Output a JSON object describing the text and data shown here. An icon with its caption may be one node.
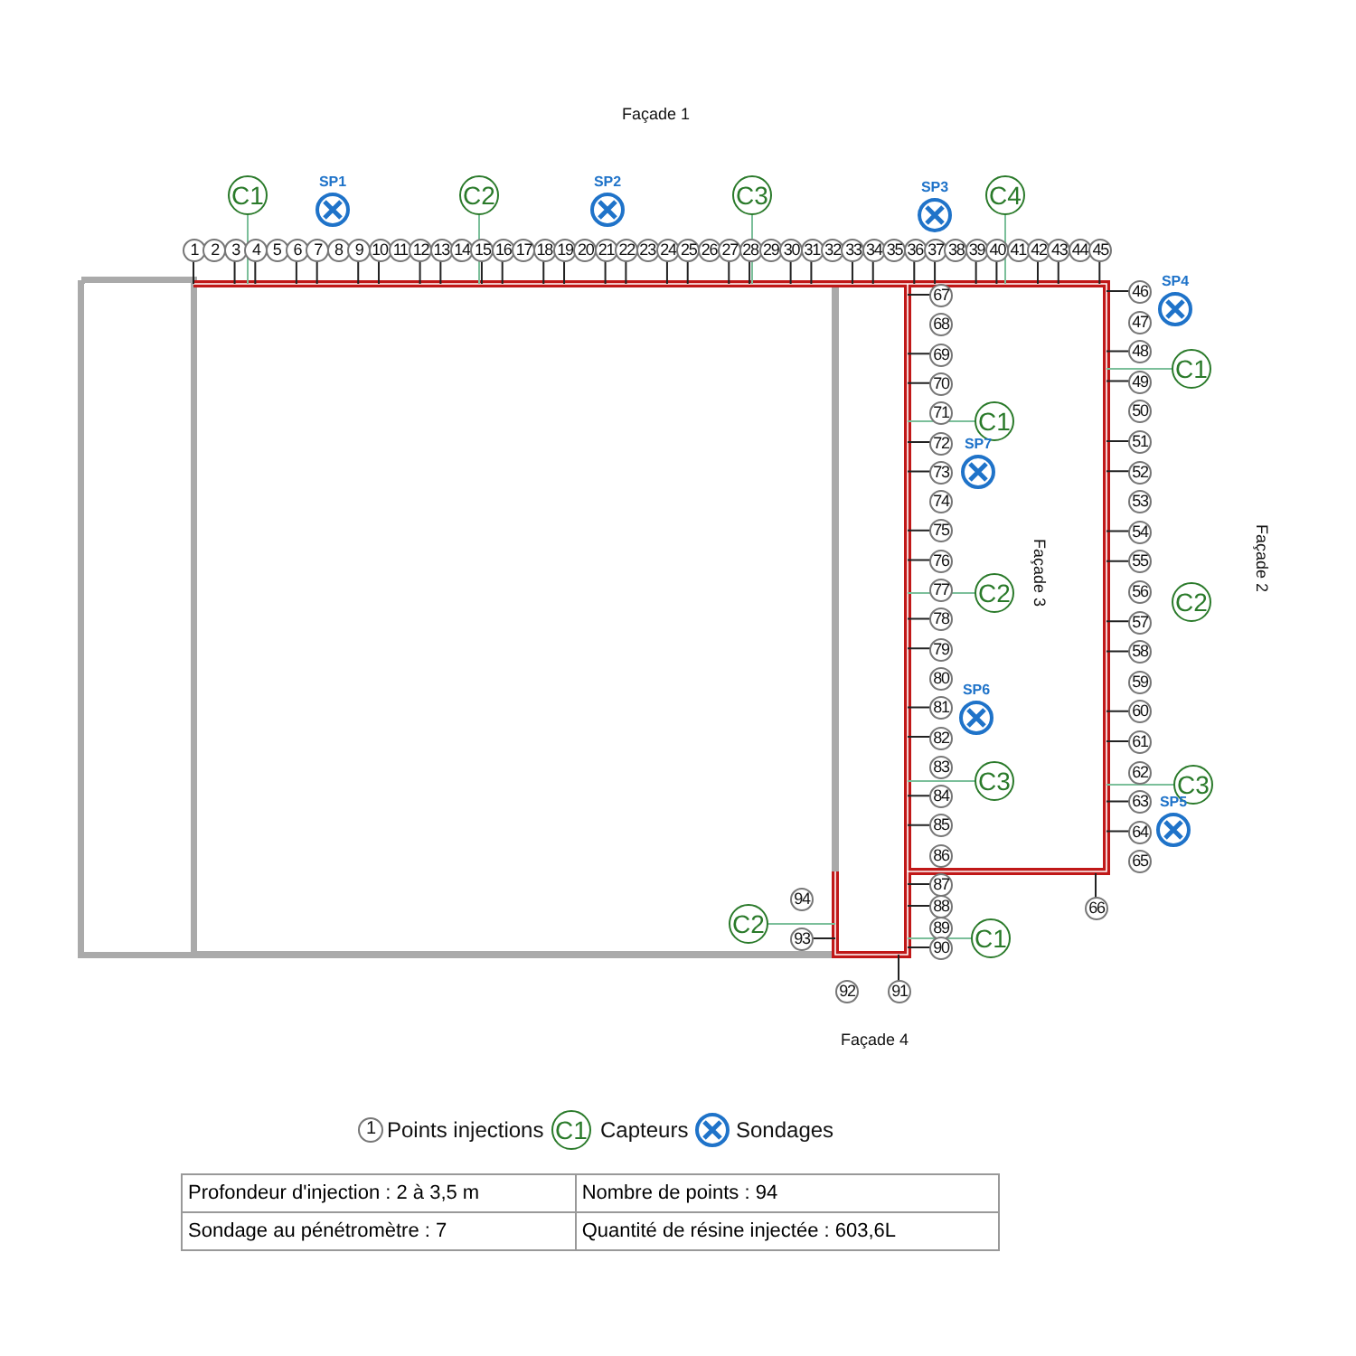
{
  "diagram": {
    "nodes": [
      {
        "text": [
          "1"
        ]
      },
      {
        "text": [
          "2"
        ]
      },
      {
        "text": [
          "3"
        ]
      },
      {
        "text": [
          "4"
        ]
      },
      {
        "text": [
          "5"
        ]
      },
      {
        "text": [
          "6"
        ]
      },
      {
        "text": [
          "7"
        ]
      },
      {
        "text": [
          "8"
        ]
      },
      {
        "text": [
          "9"
        ]
      },
      {
        "text": [
          "10"
        ]
      },
      {
        "text": [
          "11"
        ]
      },
      {
        "text": [
          "12"
        ]
      },
      {
        "text": [
          "13"
        ]
      },
      {
        "text": [
          "14"
        ]
      },
      {
        "text": [
          "15"
        ]
      },
      {
        "text": [
          "16"
        ]
      },
      {
        "text": [
          "17"
        ]
      },
      {
        "text": [
          "18"
        ]
      },
      {
        "text": [
          "19"
        ]
      },
      {
        "text": [
          "20"
        ]
      },
      {
        "text": [
          "21"
        ]
      },
      {
        "text": [
          "22"
        ]
      },
      {
        "text": [
          "23"
        ]
      },
      {
        "text": [
          "24"
        ]
      },
      {
        "text": [
          "25"
        ]
      },
      {
        "text": [
          "26"
        ]
      },
      {
        "text": [
          "27"
        ]
      },
      {
        "text": [
          "28"
        ]
      },
      {
        "text": [
          "29"
        ]
      },
      {
        "text": [
          "30"
        ]
      },
      {
        "text": [
          "31"
        ]
      },
      {
        "text": [
          "32"
        ]
      },
      {
        "text": [
          "33"
        ]
      },
      {
        "text": [
          "34"
        ]
      },
      {
        "text": [
          "35"
        ]
      },
      {
        "text": [
          "36"
        ]
      },
      {
        "text": [
          "37"
        ]
      },
      {
        "text": [
          "38"
        ]
      },
      {
        "text": [
          "39"
        ]
      },
      {
        "text": [
          "40"
        ]
      },
      {
        "text": [
          "41"
        ]
      },
      {
        "text": [
          "42"
        ]
      },
      {
        "text": [
          "43"
        ]
      },
      {
        "text": [
          "44"
        ]
      },
      {
        "text": [
          "45"
        ]
      },
      {
        "text": [
          "46"
        ]
      },
      {
        "text": [
          "47"
        ]
      },
      {
        "text": [
          "48"
        ]
      },
      {
        "text": [
          "49"
        ]
      },
      {
        "text": [
          "50"
        ]
      },
      {
        "text": [
          "51"
        ]
      },
      {
        "text": [
          "52"
        ]
      },
      {
        "text": [
          "53"
        ]
      },
      {
        "text": [
          "54"
        ]
      },
      {
        "text": [
          "55"
        ]
      },
      {
        "text": [
          "56"
        ]
      },
      {
        "text": [
          "57"
        ]
      },
      {
        "text": [
          "58"
        ]
      },
      {
        "text": [
          "59"
        ]
      },
      {
        "text": [
          "60"
        ]
      },
      {
        "text": [
          "61"
        ]
      },
      {
        "text": [
          "62"
        ]
      },
      {
        "text": [
          "63"
        ]
      },
      {
        "text": [
          "64"
        ]
      },
      {
        "text": [
          "65"
        ]
      },
      {
        "text": [
          "66"
        ]
      },
      {
        "text": [
          "67"
        ]
      },
      {
        "text": [
          "68"
        ]
      },
      {
        "text": [
          "69"
        ]
      },
      {
        "text": [
          "70"
        ]
      },
      {
        "text": [
          "71"
        ]
      },
      {
        "text": [
          "72"
        ]
      },
      {
        "text": [
          "73"
        ]
      },
      {
        "text": [
          "74"
        ]
      },
      {
        "text": [
          "75"
        ]
      },
      {
        "text": [
          "76"
        ]
      },
      {
        "text": [
          "77"
        ]
      },
      {
        "text": [
          "78"
        ]
      },
      {
        "text": [
          "79"
        ]
      },
      {
        "text": [
          "80"
        ]
      },
      {
        "text": [
          "81"
        ]
      },
      {
        "text": [
          "82"
        ]
      },
      {
        "text": [
          "83"
        ]
      },
      {
        "text": [
          "84"
        ]
      },
      {
        "text": [
          "85"
        ]
      },
      {
        "text": [
          "86"
        ]
      },
      {
        "text": [
          "87"
        ]
      },
      {
        "text": [
          "88"
        ]
      },
      {
        "text": [
          "89"
        ]
      },
      {
        "text": [
          "90"
        ]
      },
      {
        "text": [
          "91"
        ]
      },
      {
        "text": [
          "92"
        ]
      },
      {
        "text": [
          "93"
        ]
      },
      {
        "text": [
          "94"
        ]
      },
      {
        "text": [
          "C1"
        ]
      },
      {
        "text": [
          "C2"
        ]
      },
      {
        "text": [
          "C3"
        ]
      },
      {
        "text": [
          "C4"
        ]
      },
      {
        "text": [
          "C1"
        ]
      },
      {
        "text": [
          "C1"
        ]
      },
      {
        "text": [
          "C2"
        ]
      },
      {
        "text": [
          "C2"
        ]
      },
      {
        "text": [
          "C3"
        ]
      },
      {
        "text": [
          "C3"
        ]
      },
      {
        "text": [
          "C2"
        ]
      },
      {
        "text": [
          "C1"
        ]
      },
      {
        "text": [
          "SP1"
        ]
      },
      {
        "text": [
          "SP2"
        ]
      },
      {
        "text": [
          "SP3"
        ]
      },
      {
        "text": [
          "SP4"
        ]
      },
      {
        "text": [
          "SP5"
        ]
      },
      {
        "text": [
          "SP6"
        ]
      },
      {
        "text": [
          "SP7"
        ]
      }
    ],
    "labels": [
      "Façade 1",
      "Façade 3",
      "Façade 2",
      "Façade 4",
      "1",
      "C1",
      "Profondeur d'injection : 2 à 3,5 m",
      "Nombre de points : 94",
      "Sondage au pénétromètre : 7",
      "Quantité de résine injectée : 603,6L"
    ],
    "legend": [
      {
        "text": "Points injections"
      },
      {
        "text": "Capteurs"
      },
      {
        "text": "Sondages"
      }
    ]
  }
}
